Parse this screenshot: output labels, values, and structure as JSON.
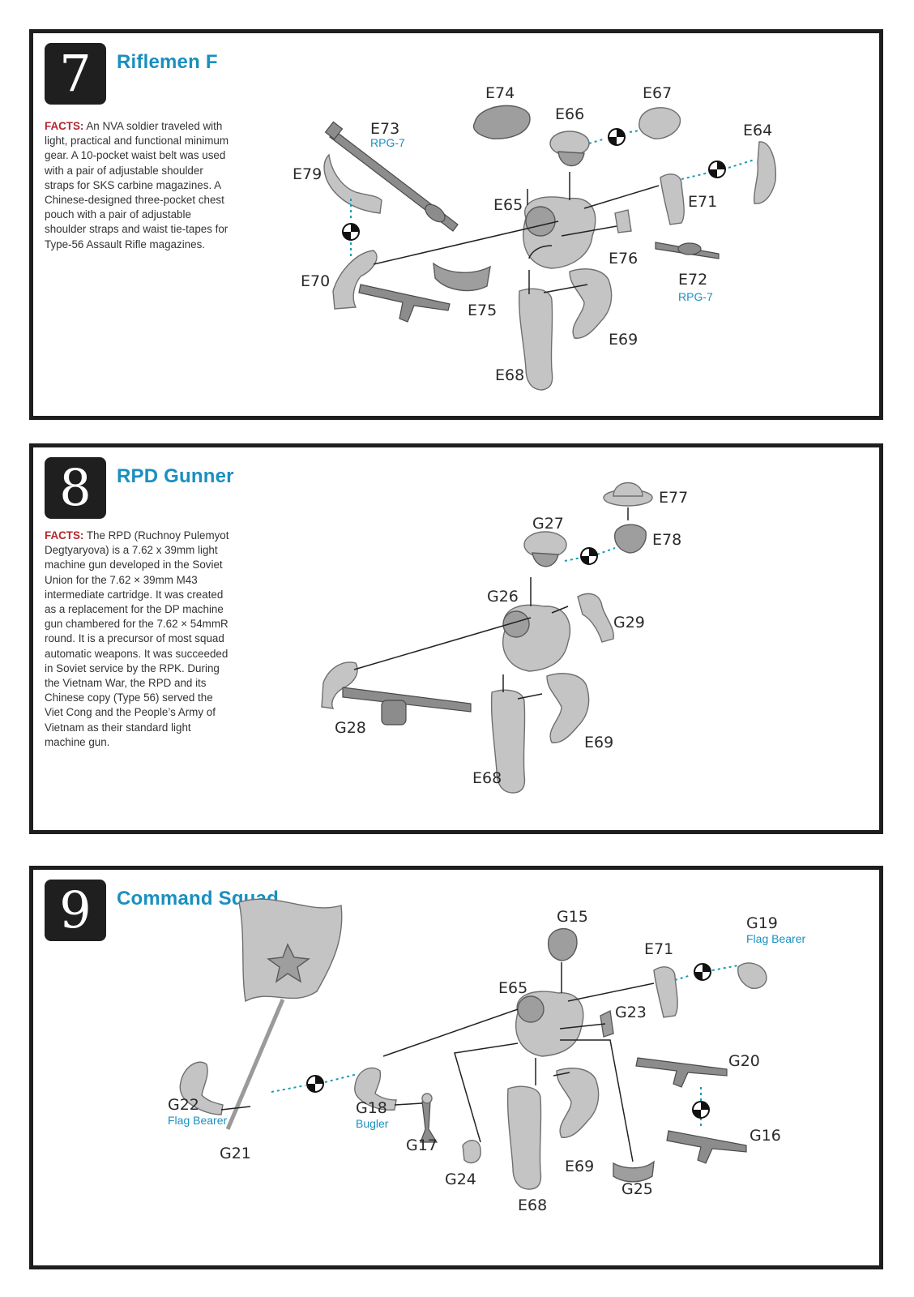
{
  "panels": [
    {
      "step": "7",
      "title": "Riflemen F",
      "facts_label": "FACTS:",
      "facts_text": " An NVA soldier traveled with light, practical and functional minimum gear.  A 10-pocket waist belt was used with a pair of adjustable shoulder straps for SKS carbine magazines.  A Chinese-designed three-pocket chest pouch with a pair of adjustable shoulder straps and waist tie-tapes for Type-56 Assault Rifle magazines.",
      "labels": [
        "E74",
        "E67",
        "E66",
        "E64",
        "E73",
        "RPG-7",
        "E79",
        "E65",
        "E71",
        "E76",
        "E70",
        "E75",
        "E72",
        "RPG-7",
        "E69",
        "E68"
      ]
    },
    {
      "step": "8",
      "title": "RPD Gunner",
      "facts_label": "FACTS:",
      "facts_text": " The RPD (Ruchnoy Pulemyot Degtyaryova) is a 7.62 x 39mm light machine gun developed in the Soviet Union for the 7.62 × 39mm M43 intermediate cartridge.  It was created as a replacement for the DP machine gun chambered for the 7.62 × 54mmR round.  It is a precursor of most squad automatic weapons.  It was succeeded in Soviet service by the RPK.  During the Vietnam War, the RPD and its Chinese copy (Type 56) served the Viet Cong and the People’s Army of Vietnam as their standard light machine gun.",
      "labels": [
        "E77",
        "G27",
        "E78",
        "G26",
        "G29",
        "G28",
        "E69",
        "E68"
      ]
    },
    {
      "step": "9",
      "title": "Command Squad",
      "labels": [
        "G15",
        "G19",
        "Flag Bearer",
        "E71",
        "E65",
        "G23",
        "G20",
        "G22",
        "Flag Bearer",
        "G18",
        "Bugler",
        "G17",
        "G16",
        "G21",
        "G24",
        "E69",
        "G25",
        "E68"
      ]
    }
  ]
}
